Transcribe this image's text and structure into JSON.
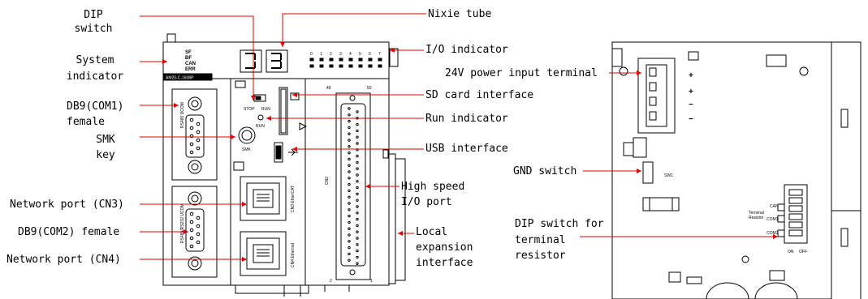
{
  "callouts": {
    "dip_switch": [
      "DIP",
      "switch"
    ],
    "nixie_tube": "Nixie tube",
    "system_indicator": [
      "System",
      "indicator"
    ],
    "io_indicator": "I/O indicator",
    "power_terminal": "24V power input terminal",
    "db9_com1": [
      "DB9(COM1)",
      "female"
    ],
    "sd_card": "SD card interface",
    "run_indicator": "Run indicator",
    "smk_key": [
      "SMK",
      "key"
    ],
    "usb_interface": "USB interface",
    "gnd_switch": "GND switch",
    "high_speed_io": [
      "High speed",
      "I/O port"
    ],
    "network_cn3": "Network port (CN3)",
    "db9_com2": "DB9(COM2) female",
    "network_cn4": "Network port (CN4)",
    "local_expansion": [
      "Local",
      "expansion",
      "interface"
    ],
    "dip_terminal": [
      "DIP switch for",
      "terminal",
      "resistor"
    ]
  },
  "panel_text": {
    "model": "AM20-C-1608P",
    "sys_leds": [
      "SF",
      "BF",
      "CAN",
      "ERR"
    ],
    "stop": "STOP",
    "run": "RUN",
    "run_led": "RUN",
    "smk": "SMK",
    "com1_label": "RS485 UCOM",
    "com2_label": "RS485/RS232 UCOM",
    "cn3_label": "CN3 EtherCAT",
    "cn4_label": "CN4 Ethernet",
    "io_top_left": "49",
    "io_top_right": "50",
    "io_bottom_left": "2",
    "io_bottom_right": "1",
    "io_conn_label": "CN2",
    "io_led_numbers": [
      "0",
      "1",
      "2",
      "3",
      "4",
      "5",
      "6",
      "7"
    ],
    "plus1": "+",
    "plus2": "+",
    "minus1": "−",
    "minus2": "−",
    "sw1": "SW1",
    "term_resistor": [
      "Terminal",
      "Resistor"
    ],
    "can": "CAN",
    "com1_short": "COM1",
    "com2_short": "COM2",
    "on": "ON",
    "off": "OFF"
  },
  "colors": {
    "callout_line": "#e00000",
    "outline": "#000000"
  }
}
